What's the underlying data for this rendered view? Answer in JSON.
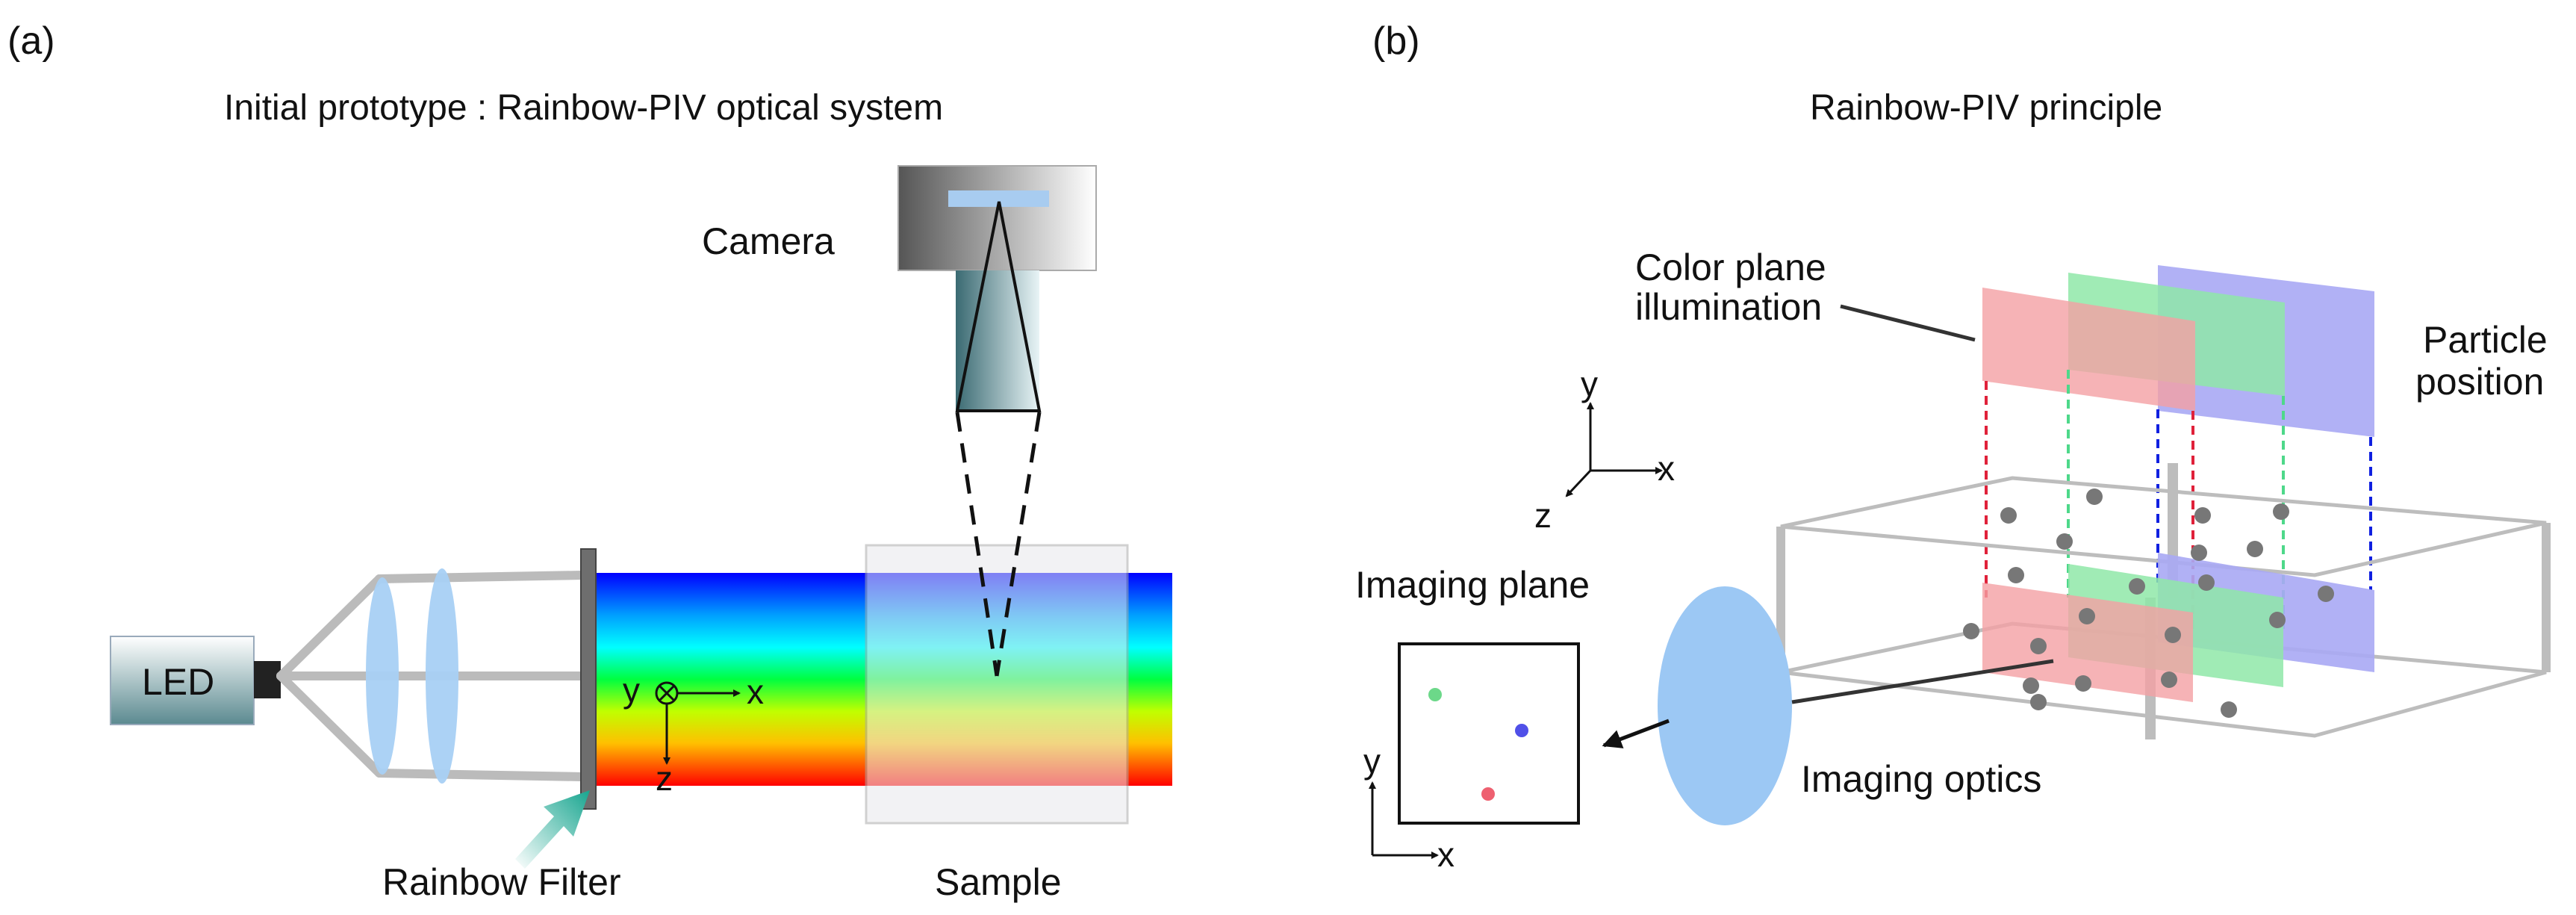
{
  "panel_a": {
    "label": "(a)",
    "title": "Initial prototype : Rainbow-PIV optical system",
    "camera": "Camera",
    "led": "LED",
    "rainbow_filter": "Rainbow Filter",
    "sample": "Sample",
    "axes": {
      "y": "y",
      "x": "x",
      "z": "z"
    }
  },
  "panel_b": {
    "label": "(b)",
    "title": "Rainbow-PIV principle",
    "color_plane_line1": "Color plane",
    "color_plane_line2": "illumination",
    "particle_line1": "Particle",
    "particle_line2": "position",
    "imaging_plane": "Imaging plane",
    "imaging_optics": "Imaging optics",
    "axes3d": {
      "y": "y",
      "x": "x",
      "z": "z"
    },
    "axes2d": {
      "y": "y",
      "x": "x"
    }
  },
  "colors": {
    "red_plane": "#f4a0a4",
    "green_plane": "#8fe8a8",
    "blue_plane": "#a8a8f4",
    "lens": "#a8d0f4",
    "optics": "#9cc8f4"
  }
}
